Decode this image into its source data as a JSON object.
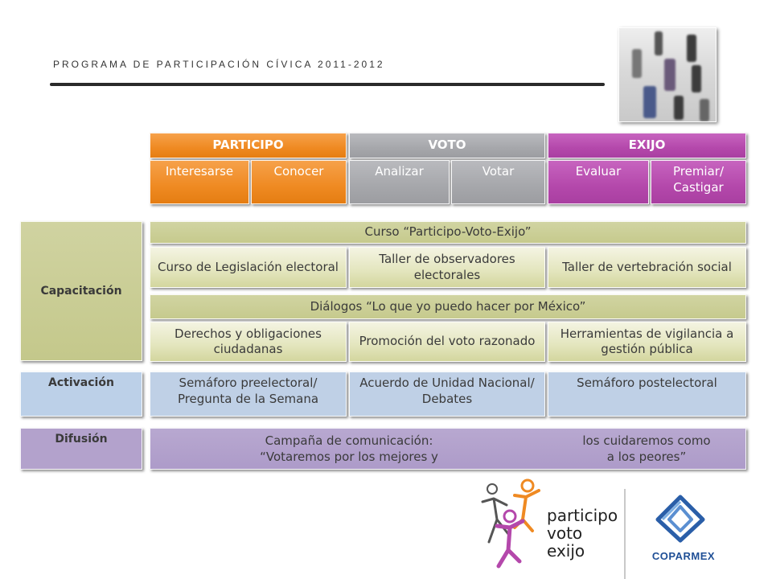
{
  "header": {
    "title": "PROGRAMA DE PARTICIPACIÓN CÍVICA 2011-2012"
  },
  "columns": [
    {
      "label": "PARTICIPO",
      "color": "#ef8a22",
      "subs": [
        "Interesarse",
        "Conocer"
      ]
    },
    {
      "label": "VOTO",
      "color": "#a6a7ab",
      "subs": [
        "Analizar",
        "Votar"
      ]
    },
    {
      "label": "EXIJO",
      "color": "#b448ab",
      "subs": [
        "Evaluar",
        "Premiar/\nCastigar"
      ]
    }
  ],
  "capacitacion": {
    "label": "Capacitación",
    "course_banner": "Curso “Participo-Voto-Exijo”",
    "course_items": [
      "Curso de Legislación electoral",
      "Taller de observadores electorales",
      "Taller de vertebración social"
    ],
    "dialog_banner": "Diálogos “Lo que yo puedo hacer por México”",
    "dialog_items": [
      "Derechos y obligaciones ciudadanas",
      "Promoción del voto razonado",
      "Herramientas de vigilancia a gestión pública"
    ]
  },
  "activacion": {
    "label": "Activación",
    "items": [
      "Semáforo preelectoral/ Pregunta de la Semana",
      "Acuerdo de Unidad Nacional/ Debates",
      "Semáforo postelectoral"
    ]
  },
  "difusion": {
    "label": "Difusión",
    "left_text": "Campaña de comunicación:\n“Votaremos por los mejores y",
    "right_text": "los cuidaremos como\na los peores”"
  },
  "logos": {
    "participo": [
      "participo",
      "voto",
      "exijo"
    ],
    "coparmex": "COPARMEX"
  },
  "colors": {
    "orange": "#ef8a22",
    "gray": "#a6a7ab",
    "purple": "#b448ab",
    "olive": "#c6ca8d",
    "blue": "#bfd0e6",
    "lavender": "#ad9bc9"
  }
}
